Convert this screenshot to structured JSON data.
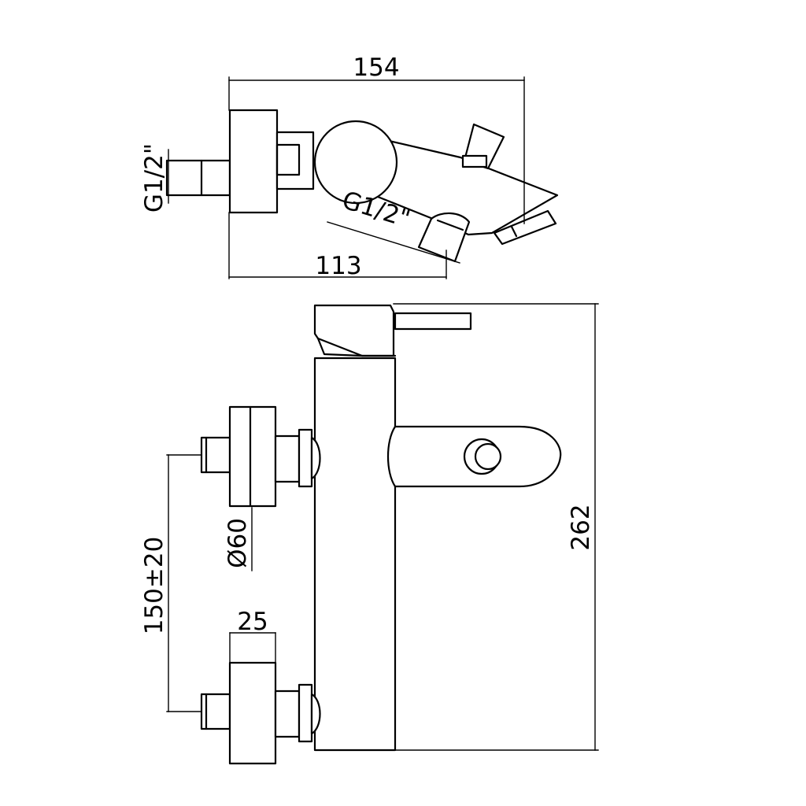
{
  "dimensions": {
    "top_width": "154",
    "top_inlet_thread": "G1/2\"",
    "top_outlet_thread": "G1/2\"",
    "top_depth": "113",
    "flange_diameter": "Ø60",
    "inlet_spacing": "150±20",
    "flange_thickness": "25",
    "overall_height": "262"
  },
  "colors": {
    "line": "#000000",
    "background": "#ffffff"
  }
}
